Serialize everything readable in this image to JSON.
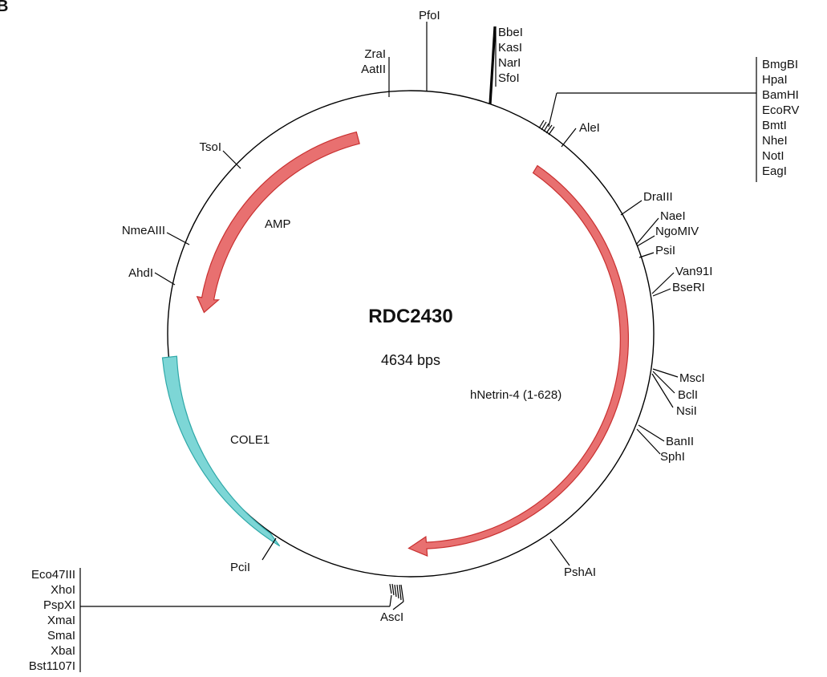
{
  "panel_letter": "B",
  "plasmid": {
    "name": "RDC2430",
    "size_label": "4634 bps"
  },
  "features": [
    {
      "id": "amp",
      "label": "AMP",
      "color": "#e87070",
      "stroke": "#c83030"
    },
    {
      "id": "netrin",
      "label": "hNetrin-4 (1-628)",
      "color": "#e87070",
      "stroke": "#c83030"
    },
    {
      "id": "cole1",
      "label": "COLE1",
      "color": "#7dd6d6",
      "stroke": "#2fa8a8"
    }
  ],
  "sites": {
    "pfoi": "PfoI",
    "zrai": "ZraI",
    "aatii": "AatII",
    "bbei": "BbeI",
    "kasi": "KasI",
    "nari": "NarI",
    "sfoi": "SfoI",
    "alei": "AleI",
    "mcs_right": [
      "BmgBI",
      "HpaI",
      "BamHI",
      "EcoRV",
      "BmtI",
      "NheI",
      "NotI",
      "EagI"
    ],
    "draiii": "DraIII",
    "naei": "NaeI",
    "ngomiv": "NgoMIV",
    "psii": "PsiI",
    "van91i": "Van91I",
    "bseri": "BseRI",
    "msci": "MscI",
    "bcli": "BclI",
    "nsii": "NsiI",
    "banii": "BanII",
    "sphi": "SphI",
    "pshai": "PshAI",
    "asci": "AscI",
    "mcs_left": [
      "Eco47III",
      "XhoI",
      "PspXI",
      "XmaI",
      "SmaI",
      "XbaI",
      "Bst1107I"
    ],
    "pcii": "PciI",
    "ahdi": "AhdI",
    "nmeaiii": "NmeAIII",
    "tsoi": "TsoI"
  }
}
